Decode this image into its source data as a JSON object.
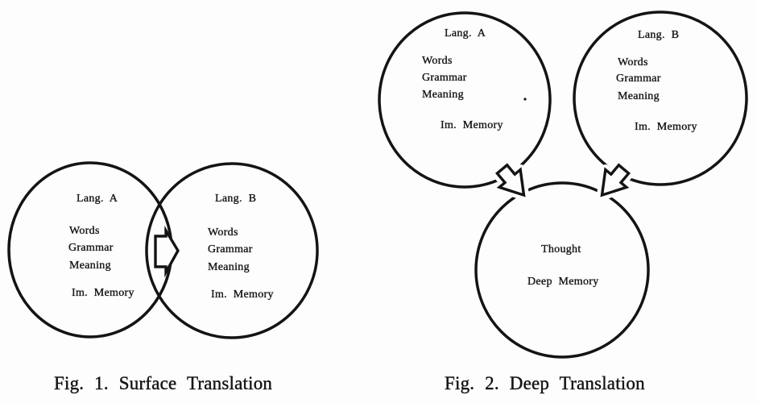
{
  "colors": {
    "ink": "#141414",
    "paper": "#fdfdfd"
  },
  "fig1": {
    "caption": "Fig. 1. Surface Translation",
    "lang_a": {
      "title": "Lang. A",
      "items": [
        "Words",
        "Grammar",
        "Meaning",
        "Im. Memory"
      ]
    },
    "lang_b": {
      "title": "Lang. B",
      "items": [
        "Words",
        "Grammar",
        "Meaning",
        "Im. Memory"
      ]
    },
    "arrow": "hollow-right-arrow"
  },
  "fig2": {
    "caption": "Fig. 2. Deep Translation",
    "lang_a": {
      "title": "Lang. A",
      "items": [
        "Words",
        "Grammar",
        "Meaning",
        "Im. Memory"
      ]
    },
    "lang_b": {
      "title": "Lang. B",
      "items": [
        "Words",
        "Grammar",
        "Meaning",
        "Im. Memory"
      ]
    },
    "thought": {
      "title": "Thought",
      "subtitle": "Deep Memory"
    },
    "arrows": [
      "hollow-arrow-down-right",
      "hollow-arrow-down-left"
    ]
  }
}
